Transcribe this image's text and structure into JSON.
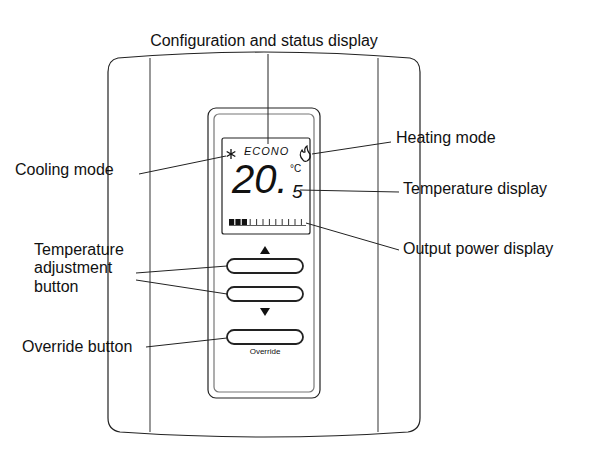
{
  "diagram": {
    "labels": [
      "Configuration and status display",
      "Cooling mode",
      "Heating mode",
      "Temperature display",
      "Temperature adjustment button",
      "Output power display",
      "Override button",
      "ECONO",
      "20.",
      "°C",
      "5",
      "Override"
    ]
  }
}
